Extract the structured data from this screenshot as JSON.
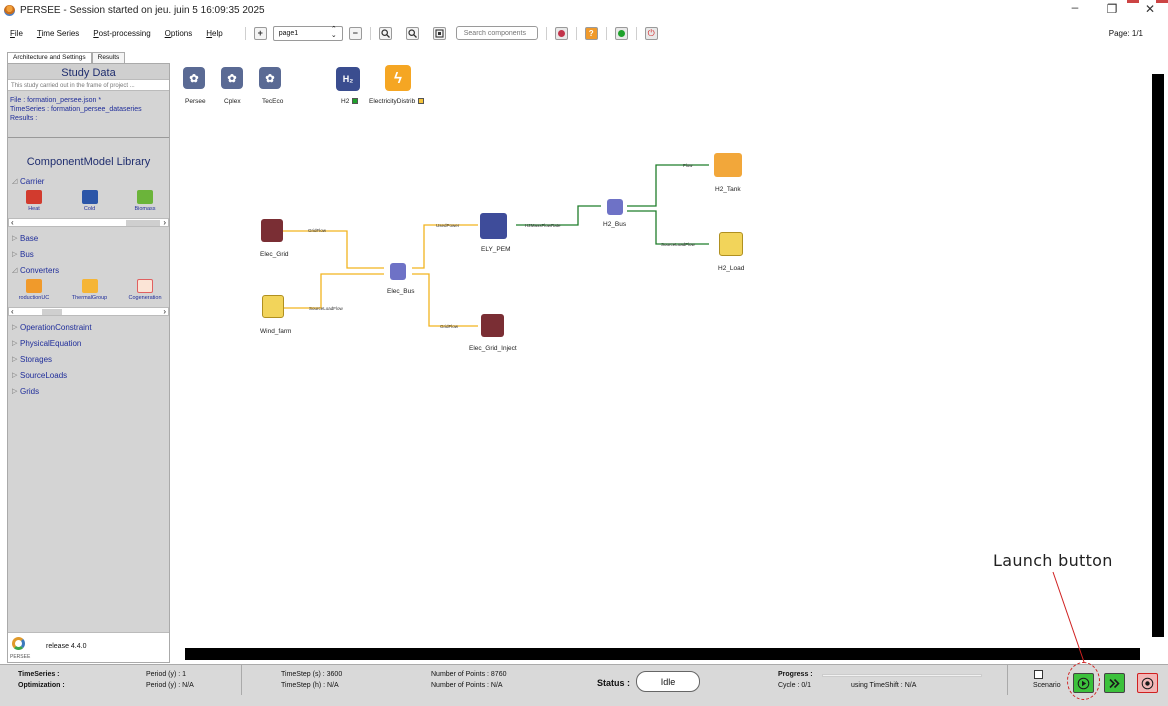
{
  "window": {
    "title": "PERSEE - Session started on jeu. juin 5 16:09:35 2025",
    "min_symbol": "–",
    "max_symbol": "❐",
    "close_symbol": "✕"
  },
  "menubar": {
    "items": [
      "File",
      "Time Series",
      "Post-processing",
      "Options",
      "Help"
    ]
  },
  "toolbar": {
    "add_symbol": "+",
    "page_value": "page1",
    "remove_symbol": "−",
    "search_placeholder": "Search components",
    "page_indicator": "Page: 1/1"
  },
  "left_panel": {
    "tabs": [
      "Architecture and Settings",
      "Results"
    ],
    "study_title": "Study Data",
    "study_desc": "This study carried out in the frame of project ...",
    "file_line": "File : formation_persee.json *",
    "timeseries_line": "TimeSeries : formation_persee_dataseries",
    "results_line": "Results :",
    "library_title": "ComponentModel Library",
    "carrier_label": "Carrier",
    "carrier_items": [
      "Heat",
      "Cold",
      "Biomass"
    ],
    "categories_a": [
      "Base",
      "Bus"
    ],
    "converters_label": "Converters",
    "converter_items": [
      "roductionUC",
      "ThermalGroup",
      "Cogeneration"
    ],
    "categories_b": [
      "OperationConstraint",
      "PhysicalEquation",
      "Storages",
      "SourceLoads",
      "Grids"
    ],
    "release_brand": "PERSEE",
    "release_text": "release 4.4.0"
  },
  "canvas": {
    "top_icons": [
      "Persee",
      "Cplex",
      "TecEco",
      "H2",
      "ElectricityDistrib"
    ],
    "nodes": {
      "elec_grid": "Elec_Grid",
      "wind_farm": "Wind_farm",
      "elec_bus": "Elec_Bus",
      "ely_pem": "ELY_PEM",
      "elec_grid_inject": "Elec_Grid_Inject",
      "h2_bus": "H2_Bus",
      "h2_tank": "H2_Tank",
      "h2_load": "H2_Load"
    },
    "flows": {
      "grid_flow_1": "GridFlow",
      "source_load_flow_1": "SourceLoadFlow",
      "used_power": "UsedPower",
      "grid_flow_2": "GridFlow",
      "h2_mass_flow_rate": "H2MassFlowRate",
      "flow": "Flow",
      "source_load_flow_2": "SourceLoadFlow"
    },
    "colors": {
      "electric": "#f2b31f",
      "hydrogen": "#1f7d2a"
    }
  },
  "annotation": {
    "text": "Launch button"
  },
  "statusbar": {
    "timeseries_label": "TimeSeries :",
    "optimization_label": "Optimization :",
    "period_y_1": "Period (y) : 1",
    "period_y_2": "Period (y) : N/A",
    "timestep_s": "TimeStep (s) : 3600",
    "timestep_h": "TimeStep (h) : N/A",
    "points_1": "Number of Points : 8760",
    "points_2": "Number of Points : N/A",
    "status_label": "Status :",
    "status_value": "Idle",
    "progress_label": "Progress :",
    "progress_value": 0,
    "cycle": "Cycle : 0/1",
    "timeshift": "using TimeShift : N/A",
    "scenario_label": "Scenario"
  }
}
